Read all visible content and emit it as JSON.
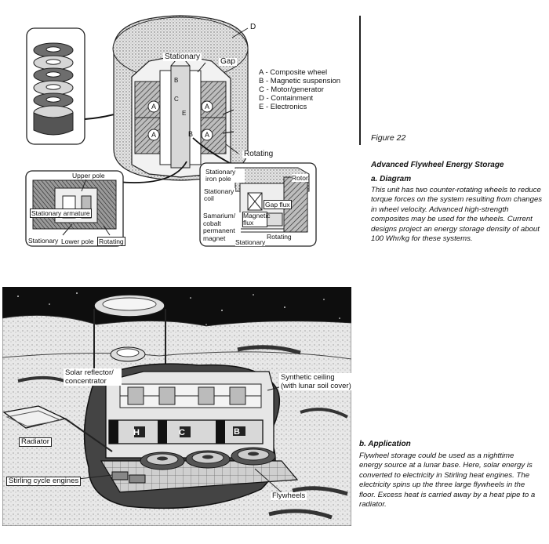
{
  "figure": {
    "label": "Figure 22",
    "title": "Advanced Flywheel Energy Storage"
  },
  "diagram_section": {
    "heading": "a. Diagram",
    "body": "This unit has two counter-rotating wheels to reduce torque forces on the system resulting from changes in wheel velocity. Advanced high-strength composites may be used for the wheels. Current designs project an energy storage density of about 100 Whr/kg for these systems."
  },
  "application_section": {
    "heading": "b. Application",
    "body": "Flywheel storage could be used as a nighttime energy source at a lunar base. Here, solar energy is converted to electricity in Stirling heat engines. The electricity spins up the three large flywheels in the floor. Excess heat is carried away by a heat pipe to a radiator."
  },
  "diagram_labels": {
    "d": "D",
    "stationary": "Stationary",
    "gap": "Gap",
    "rotating": "Rotating",
    "a": "A",
    "b": "B",
    "c": "C",
    "e": "E"
  },
  "legend": [
    "A - Composite wheel",
    "B - Magnetic suspension",
    "C - Motor/generator",
    "D - Containment",
    "E - Electronics"
  ],
  "inset_left": {
    "upper_pole": "Upper pole",
    "stationary_armature": "Stationary armature",
    "stationary": "Stationary",
    "lower_pole": "Lower pole",
    "rotating": "Rotating"
  },
  "inset_right": {
    "stationary_iron_pole": "Stationary iron pole",
    "rotor": "Rotor",
    "stationary_coil": "Stationary coil",
    "gap_flux": "Gap flux",
    "samarium_cobalt_permanent_magnet": "Samarium/ cobalt permanent magnet",
    "magnetic_flux": "Magnetic flux",
    "rotating": "Rotating",
    "stationary": "Stationary"
  },
  "application_labels": {
    "solar_reflector": "Solar reflector/ concentrator",
    "synthetic_ceiling": "Synthetic ceiling (with lunar soil cover)",
    "radiator": "Radiator",
    "stirling_engines": "Stirling cycle engines",
    "flywheels": "Flywheels",
    "module_h": "H",
    "module_c": "C",
    "module_b": "B"
  }
}
